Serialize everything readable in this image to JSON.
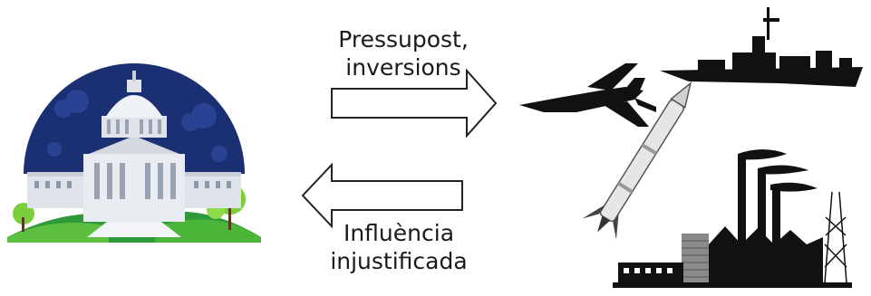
{
  "arrow_right_label": {
    "line1": "Pressupost,",
    "line2": "inversions"
  },
  "arrow_left_label": {
    "line1": "Influència",
    "line2": "injustificada"
  },
  "icons": {
    "left": "capitol-building-icon",
    "right_top_left": "fighter-jet-icon",
    "right_top_right": "warship-icon",
    "right_middle": "missile-icon",
    "right_bottom": "factory-icon"
  },
  "colors": {
    "night_sky": "#1b2f73",
    "capitol": "#dfe3ea",
    "grass": "#2f9a3a",
    "silhouette": "#111111"
  }
}
